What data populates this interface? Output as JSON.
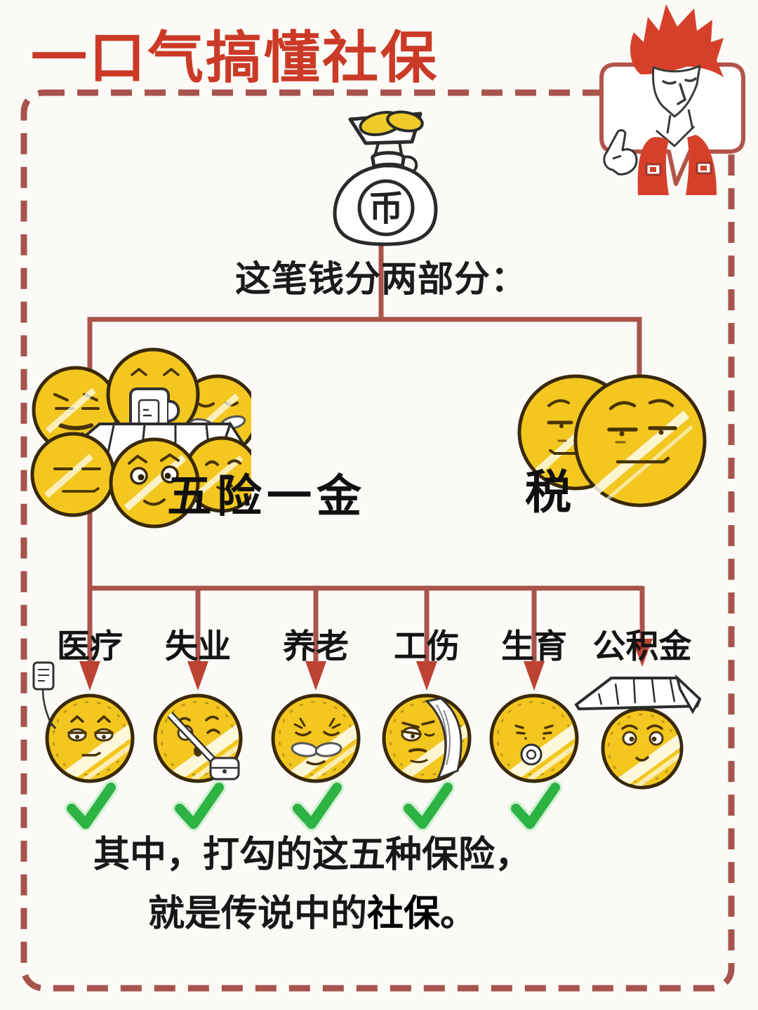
{
  "title": "一口气搞懂社保",
  "money_bag": {
    "symbol": "币"
  },
  "intro": "这笔钱分两部分：",
  "branches": {
    "left": "五险一金",
    "right": "税"
  },
  "categories": [
    {
      "label": "医疗",
      "checked": true
    },
    {
      "label": "失业",
      "checked": true
    },
    {
      "label": "养老",
      "checked": true
    },
    {
      "label": "工伤",
      "checked": true
    },
    {
      "label": "生育",
      "checked": true
    },
    {
      "label": "公积金",
      "checked": false
    }
  ],
  "footer": {
    "line1": "其中，打勾的这五种保险，",
    "line2_prefix": "就是传说中的",
    "line2_emphasis": "社保",
    "line2_suffix": "。"
  },
  "icons": [
    "money-bag-icon",
    "coin-icon",
    "iv-drip-icon",
    "shoulder-bag-icon",
    "mustache-icon",
    "bandage-icon",
    "pacifier-icon",
    "roof-icon",
    "checkmark-icon",
    "arrow-down-icon",
    "mascot-character",
    "speech-bubble-icon"
  ],
  "colors": {
    "title_red": "#cb3a26",
    "connector_red": "#a8544b",
    "arrow_red": "#bc4334",
    "coin_gold": "#f3c71f",
    "coin_outline": "#39290a",
    "check_green": "#2db344",
    "border_dash": "#a6544c"
  }
}
